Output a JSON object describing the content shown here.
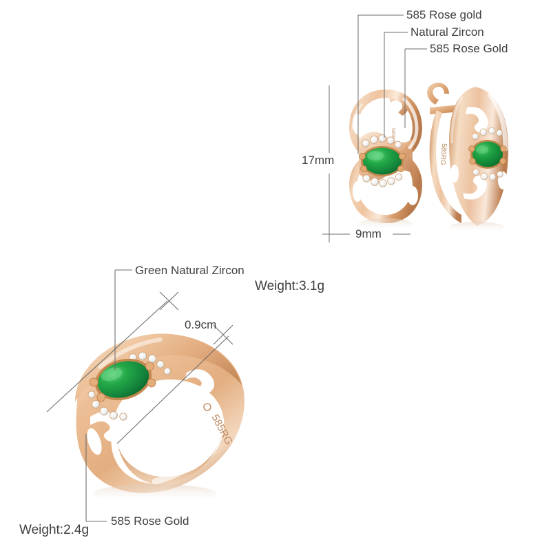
{
  "page": {
    "background": "#ffffff",
    "text_color": "#3f3f3f",
    "line_color": "#6e6e6e"
  },
  "palette": {
    "rose_gold_light": "#f6dcc4",
    "rose_gold_mid": "#e8b88c",
    "rose_gold_dark": "#c98d5e",
    "rose_gold_deep": "#a9693f",
    "gem_green_light": "#3cc05a",
    "gem_green_mid": "#1c9c3c",
    "gem_green_dark": "#0a6b28",
    "zircon_white": "#ffffff",
    "zircon_shade": "#dcdcdc"
  },
  "earrings": {
    "callouts": [
      {
        "id": "callout-rose-gold-top",
        "text": "585 Rose gold"
      },
      {
        "id": "callout-natural-zircon",
        "text": "Natural Zircon"
      },
      {
        "id": "callout-rose-gold-bottom",
        "text": "585 Rose Gold"
      }
    ],
    "dimensions": {
      "height": "17mm",
      "width": "9mm"
    },
    "weight": "Weight:3.1g",
    "engraving": "585RG"
  },
  "ring": {
    "callouts": [
      {
        "id": "callout-green-natural-zircon",
        "text": "Green Natural Zircon"
      },
      {
        "id": "callout-ring-rose-gold",
        "text": "585 Rose Gold"
      }
    ],
    "dimensions": {
      "width": "0.9cm"
    },
    "weight": "Weight:2.4g",
    "engraving": "585RG"
  }
}
